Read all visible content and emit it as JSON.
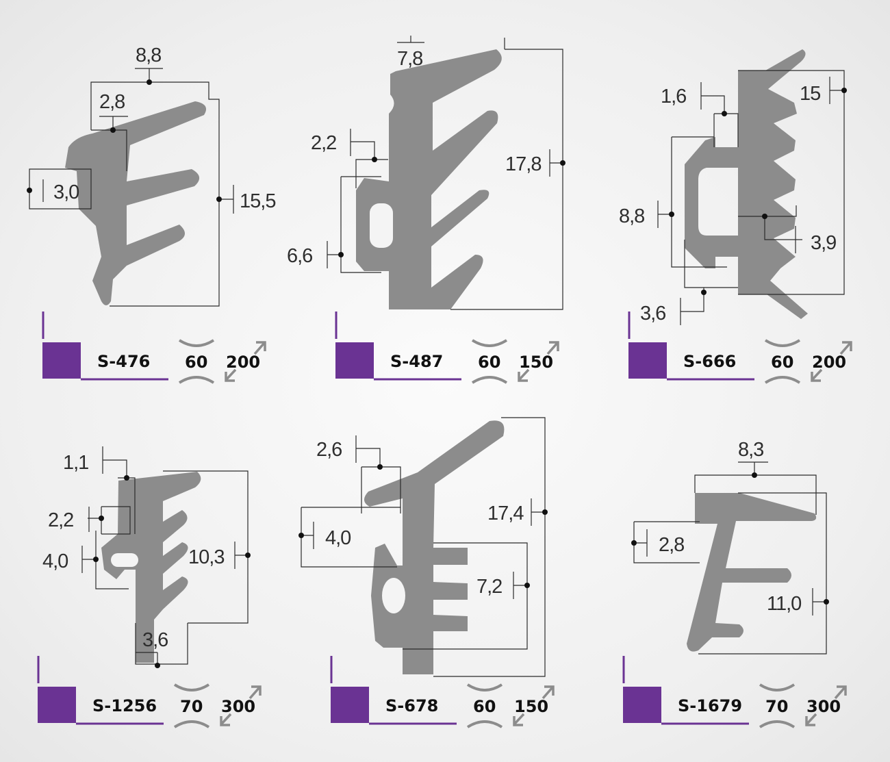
{
  "colors": {
    "profile": "#8c8c8c",
    "accent": "#6a3393",
    "background": "#f2f2f2"
  },
  "profiles": [
    {
      "code": "S-476",
      "hardness": "60",
      "length": "200",
      "dimensions": [
        "8,8",
        "2,8",
        "3,0",
        "15,5"
      ]
    },
    {
      "code": "S-487",
      "hardness": "60",
      "length": "150",
      "dimensions": [
        "7,8",
        "2,2",
        "17,8",
        "6,6"
      ]
    },
    {
      "code": "S-666",
      "hardness": "60",
      "length": "200",
      "dimensions": [
        "1,6",
        "15",
        "8,8",
        "3,9",
        "3,6"
      ]
    },
    {
      "code": "S-1256",
      "hardness": "70",
      "length": "300",
      "dimensions": [
        "1,1",
        "2,2",
        "4,0",
        "10,3",
        "3,6"
      ]
    },
    {
      "code": "S-678",
      "hardness": "60",
      "length": "150",
      "dimensions": [
        "2,6",
        "4,0",
        "17,4",
        "7,2"
      ]
    },
    {
      "code": "S-1679",
      "hardness": "70",
      "length": "300",
      "dimensions": [
        "8,3",
        "2,8",
        "11,0"
      ]
    }
  ],
  "icons": {
    "hardness": "hardness-arcs-icon",
    "length": "length-arrows-icon"
  }
}
